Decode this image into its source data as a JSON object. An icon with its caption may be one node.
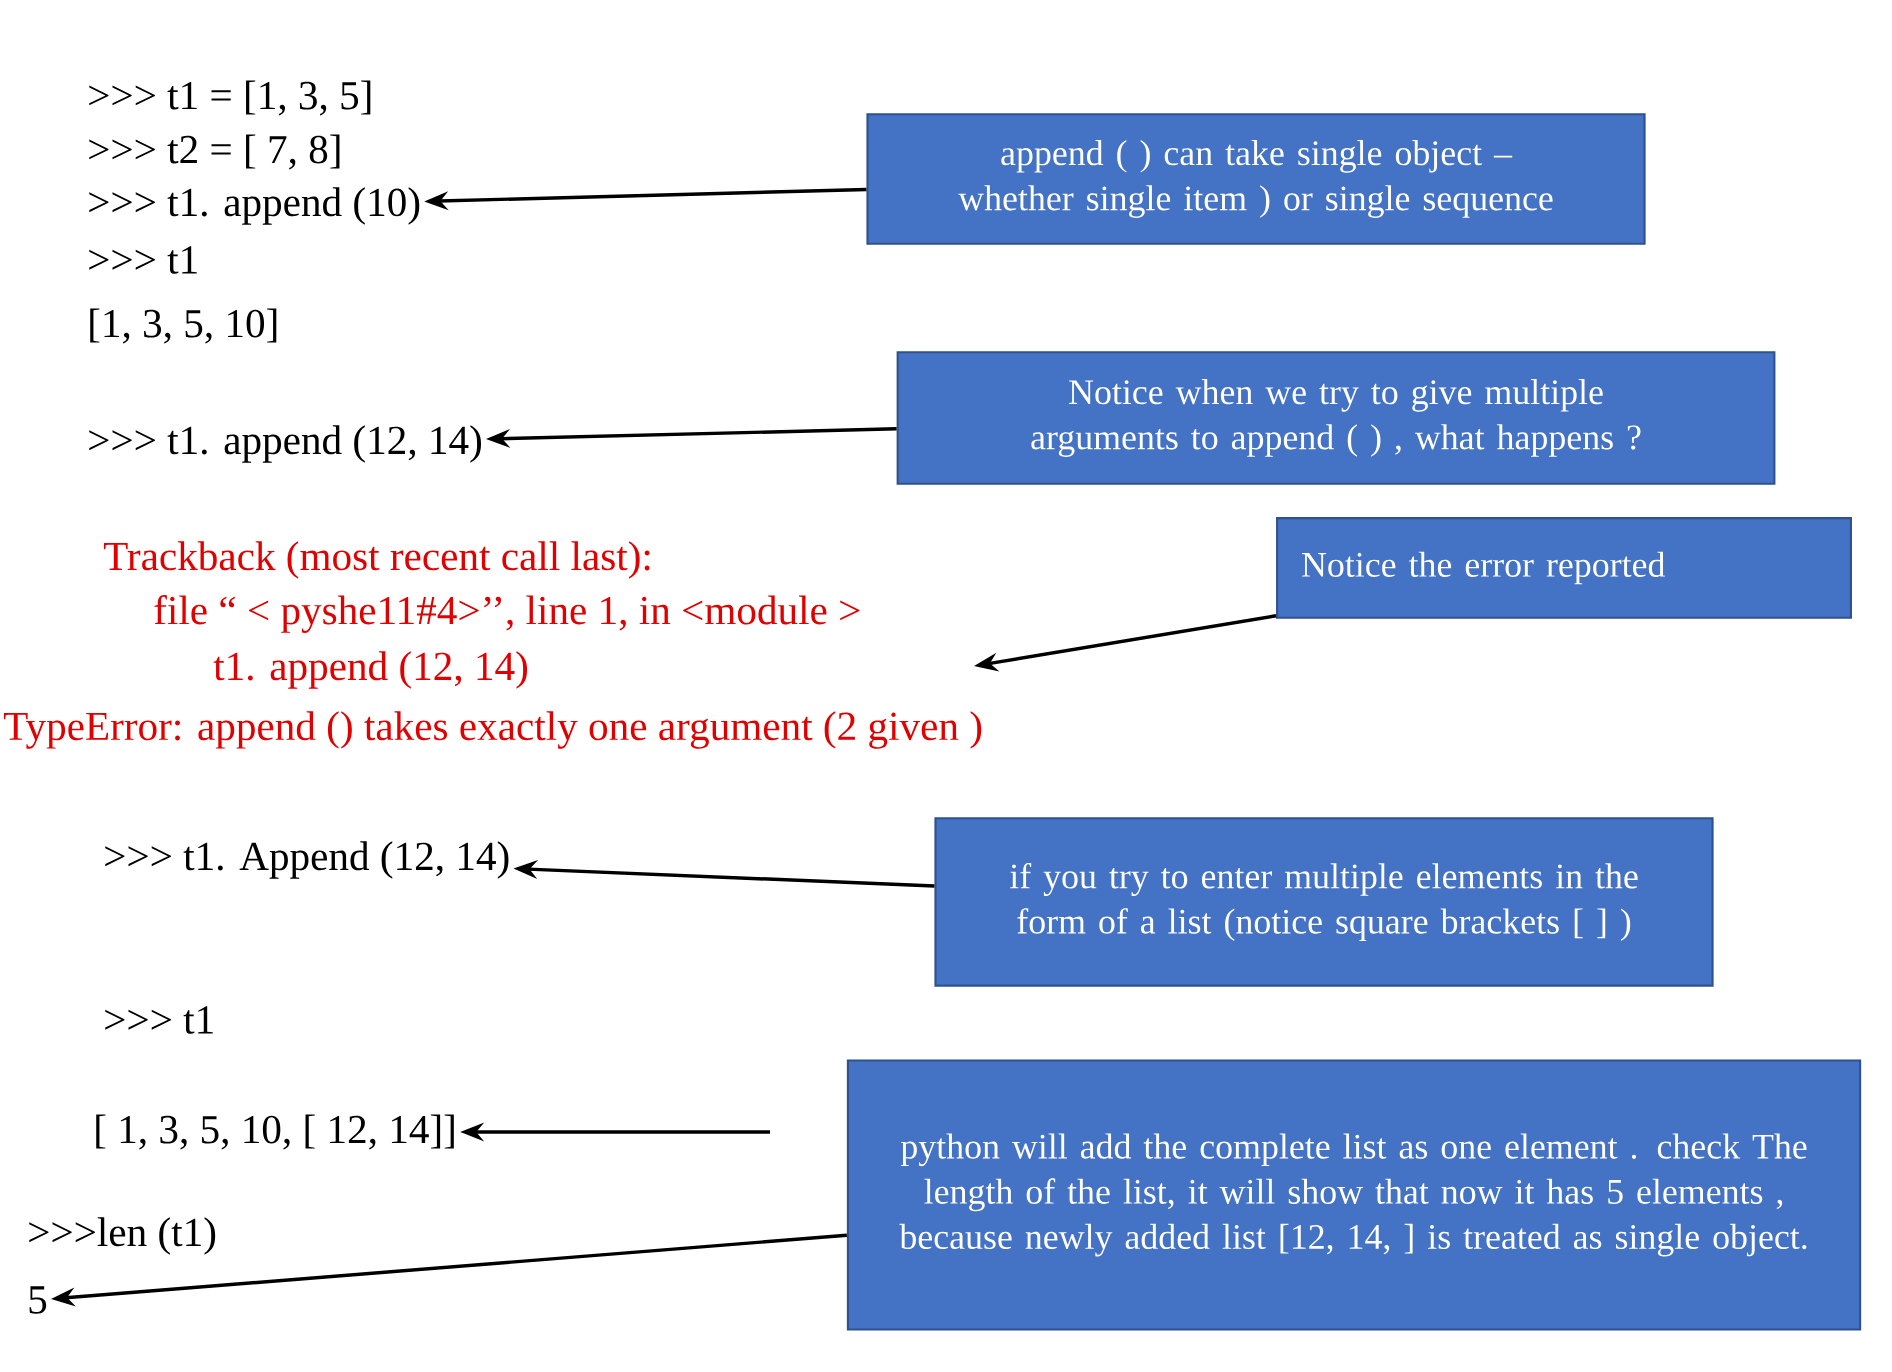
{
  "diagram": {
    "nodes": [
      {
        "text": [
          "append ( ) can take single object –whether single item ) or single sequence"
        ]
      },
      {
        "text": [
          ">>> t1. append (10)"
        ]
      },
      {
        "text": [
          "Notice when we try to give multiple arguments to append ( ) , what happens ?"
        ]
      },
      {
        "text": [
          ">>> t1. append (12, 14)"
        ]
      },
      {
        "text": [
          "Notice the error reported"
        ]
      },
      {
        "text": [
          "if you try to enter multiple elements in the form of a list (notice square brackets [ ] )"
        ]
      },
      {
        "text": [
          ">>> t1. Append (12, 14)"
        ]
      },
      {
        "text": [
          "[ 1, 3, 5, 10, [ 12, 14]]"
        ]
      },
      {
        "text": [
          "python will add the complete list as one element . check The length of the list, it will show that now it has 5 elements , because newly added list [12, 14, ] is treated as single object."
        ]
      },
      {
        "text": [
          "5"
        ]
      }
    ],
    "edges": [
      {
        "from": 0,
        "to": 1,
        "arrow": "to"
      },
      {
        "from": 2,
        "to": 3,
        "arrow": "to"
      },
      {
        "from": 4,
        "to": null,
        "arrow": "to"
      },
      {
        "from": 5,
        "to": 6,
        "arrow": "to"
      },
      {
        "from": null,
        "to": 7,
        "arrow": "to"
      },
      {
        "from": 8,
        "to": 9,
        "arrow": "to"
      }
    ],
    "labels": [
      ">>> t1 = [1, 3, 5]",
      ">>> t2 = [ 7, 8]",
      ">>> t1",
      "[1, 3, 5, 10]",
      "Trackback (most recent call last):",
      "file “ < pyshe11#4>’’, line 1, in <module >",
      "t1. append (12, 14)",
      "TypeError: append () takes exactly one argument (2 given )",
      ">>> t1",
      ">>>len (t1)"
    ]
  }
}
